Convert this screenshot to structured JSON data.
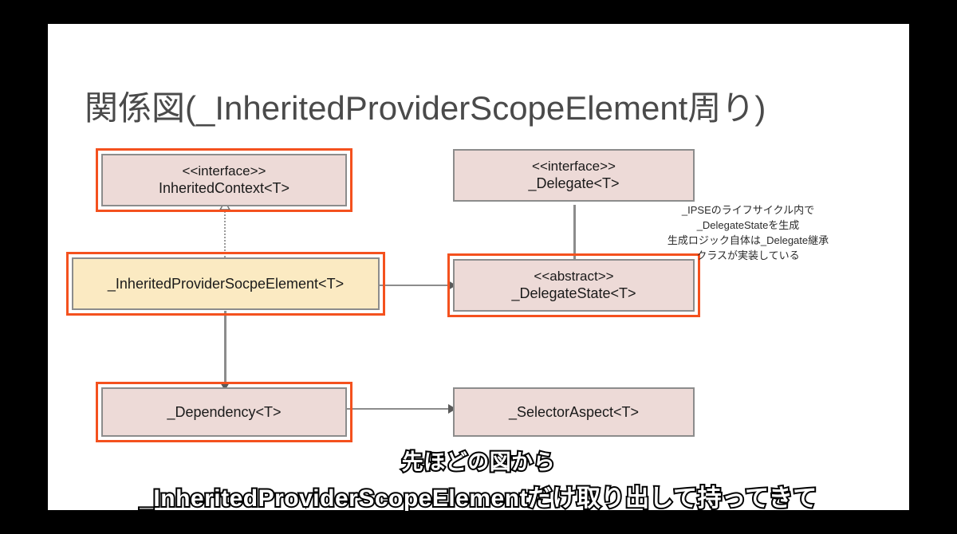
{
  "slide": {
    "title": "関係図(_InheritedProviderScopeElement周り)",
    "background_color": "#ffffff",
    "stage_background_color": "#000000",
    "highlight_color": "#f4511e",
    "pink_fill": "#eddad7",
    "yellow_fill": "#fbeac2",
    "border_color": "#8c8c8c"
  },
  "nodes": {
    "inherited_context": {
      "stereotype": "<<interface>>",
      "name": "InheritedContext<T>",
      "highlighted": "true"
    },
    "delegate": {
      "stereotype": "<<interface>>",
      "name": "_Delegate<T>",
      "highlighted": "false"
    },
    "ipse": {
      "name": "_InheritedProviderSocpeElement<T>",
      "highlighted": "true"
    },
    "delegate_state": {
      "stereotype": "<<abstract>>",
      "name": "_DelegateState<T>",
      "highlighted": "true"
    },
    "dependency": {
      "name": "_Dependency<T>",
      "highlighted": "true"
    },
    "selector_aspect": {
      "name": "_SelectorAspect<T>",
      "highlighted": "false"
    }
  },
  "annotation": {
    "line1": "_IPSEのライフサイクル内で",
    "line2": "_DelegateStateを生成",
    "line3": "生成ロジック自体は_Delegate継承",
    "line4": "クラスが実装している"
  },
  "caption": {
    "line1": "先ほどの図から",
    "line2": "_InheritedProviderScopeElementだけ取り出して持ってきて"
  }
}
